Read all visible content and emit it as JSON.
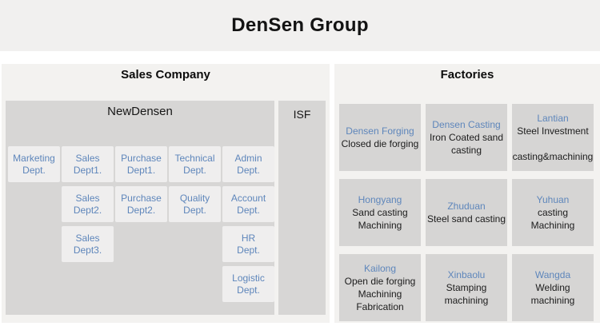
{
  "title": "DenSen Group",
  "colors": {
    "blue_text": "#5e86bb",
    "dark_box": "#d6d5d4",
    "light_box": "#efeeee",
    "panel_bg": "#f3f2f0",
    "band_bg": "#f1f0ef",
    "text_dark": "#1c1c1c"
  },
  "sales_company": {
    "header": "Sales Company",
    "newdensen": {
      "label": "NewDensen",
      "departments": [
        {
          "lines": [
            "Marketing",
            "Dept."
          ]
        },
        {
          "lines": [
            "Sales",
            "Dept1."
          ]
        },
        {
          "lines": [
            "Purchase",
            "Dept1."
          ]
        },
        {
          "lines": [
            "Technical",
            "Dept."
          ]
        },
        {
          "lines": [
            "Admin",
            "Dept."
          ]
        },
        {
          "lines": [
            "Sales",
            "Dept2."
          ]
        },
        {
          "lines": [
            "Purchase",
            "Dept2."
          ]
        },
        {
          "lines": [
            "Quality",
            "Dept."
          ]
        },
        {
          "lines": [
            "Account",
            "Dept."
          ]
        },
        {
          "lines": [
            "Sales",
            "Dept3."
          ]
        },
        {
          "lines": [
            "HR",
            "Dept."
          ]
        },
        {
          "lines": [
            "Logistic",
            "Dept."
          ]
        }
      ]
    },
    "isf": {
      "label": "ISF"
    }
  },
  "factories": {
    "header": "Factories",
    "items": [
      {
        "name": "Densen Forging",
        "lines": [
          "Closed die forging"
        ]
      },
      {
        "name": "Densen Casting",
        "lines": [
          "Iron Coated sand",
          "casting"
        ]
      },
      {
        "name": "Lantian",
        "lines": [
          "Steel Investment",
          "",
          "casting&machining"
        ]
      },
      {
        "name": "Hongyang",
        "lines": [
          "Sand casting",
          "Machining"
        ]
      },
      {
        "name": "Zhuduan",
        "lines": [
          "Steel sand casting"
        ]
      },
      {
        "name": "Yuhuan",
        "lines": [
          "casting",
          "Machining"
        ]
      },
      {
        "name": "Kailong",
        "lines": [
          "Open die forging",
          "Machining",
          "Fabrication"
        ]
      },
      {
        "name": "Xinbaolu",
        "lines": [
          "Stamping",
          "machining"
        ]
      },
      {
        "name": "Wangda",
        "lines": [
          "Welding",
          "machining"
        ]
      }
    ]
  }
}
